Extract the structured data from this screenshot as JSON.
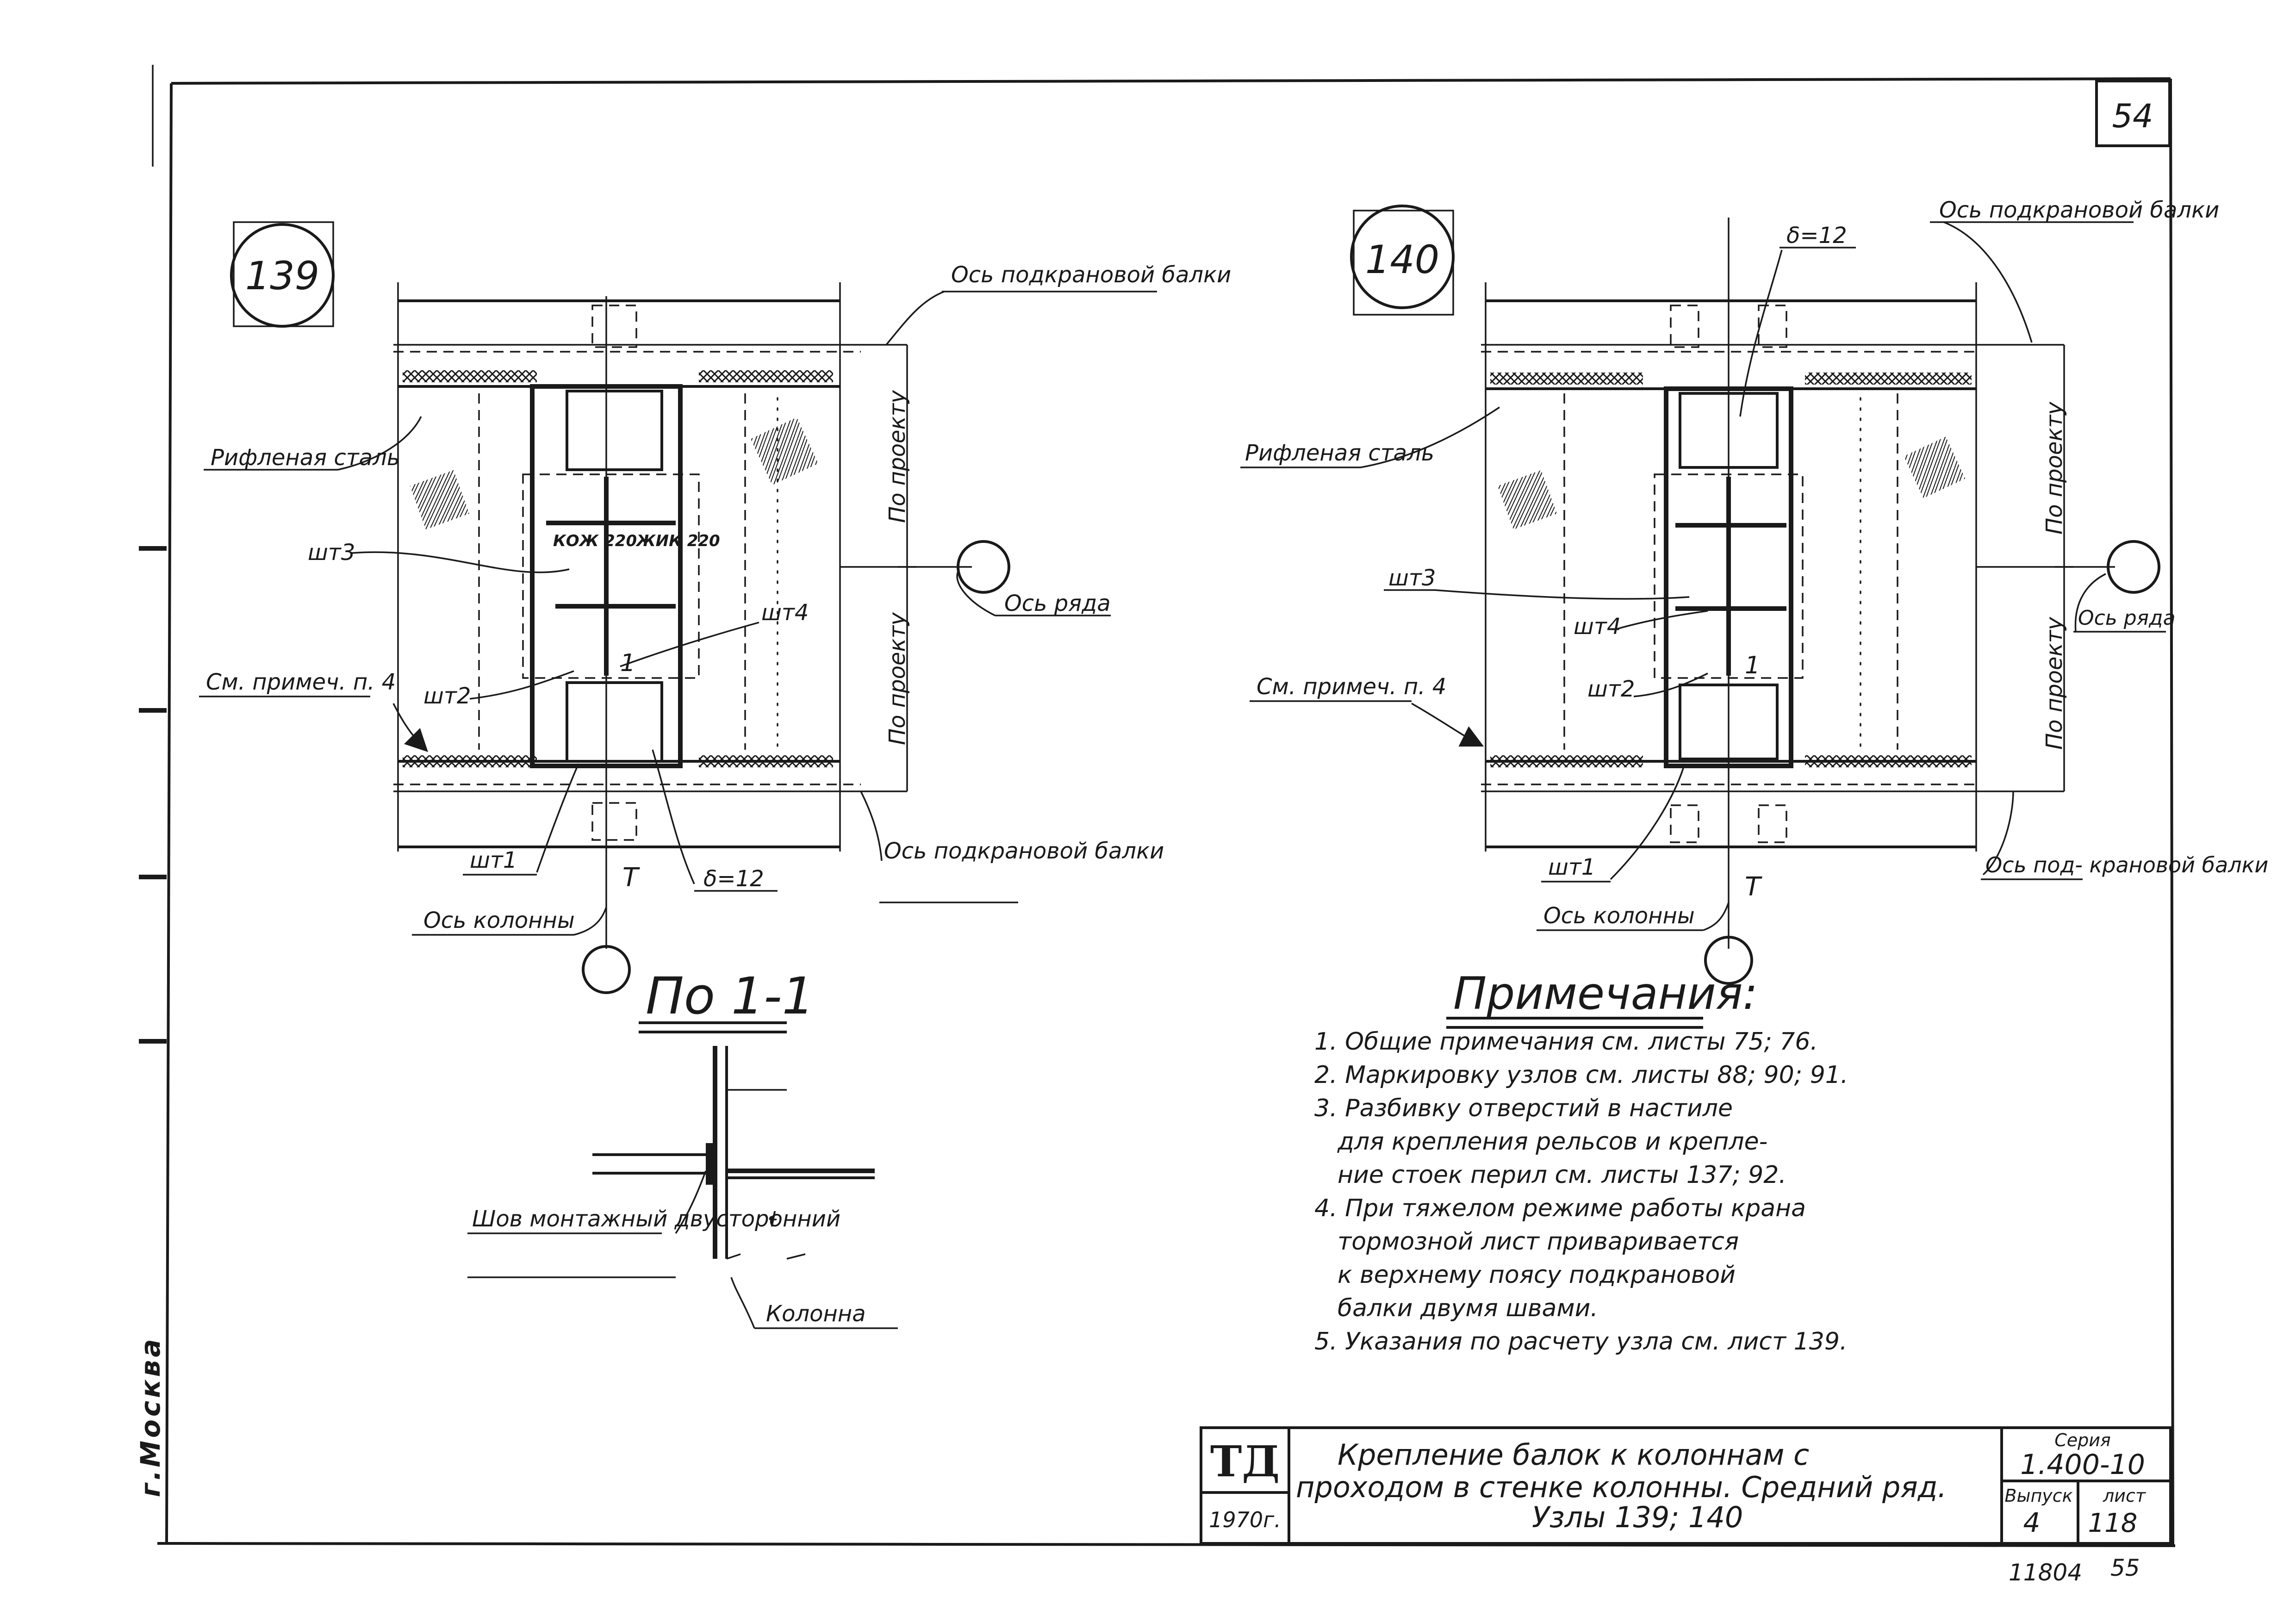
{
  "sheet": {
    "page_number": "54",
    "bottom_codes": [
      "11804",
      "55"
    ],
    "city_stamp": "г.Москва"
  },
  "node139": {
    "badge": "139",
    "labels": {
      "crane_beam_axis_top": "Ось подкрановой балки",
      "ribbed_steel": "Рифленая сталь",
      "by_project_top": "По проекту",
      "by_project_bottom": "По проекту",
      "bar3": "шт3",
      "bar4": "шт4",
      "bar2": "шт2",
      "bar1": "шт1",
      "see_note": "См. примеч. п. 4",
      "row_axis": "Ось ряда",
      "crane_beam_axis_bottom": "Ось подкрановой балки",
      "delta": "δ=12",
      "column_axis": "Ось колонны",
      "section_mark": "1",
      "tag_left": "КОЖ 220",
      "tag_right": "ЖИК 220"
    }
  },
  "node140": {
    "badge": "140",
    "labels": {
      "delta": "δ=12",
      "crane_beam_axis_top": "Ось подкрановой балки",
      "ribbed_steel": "Рифленая сталь",
      "by_project_top": "По проекту",
      "by_project_bottom": "По проекту",
      "bar3": "шт3",
      "bar4": "шт4",
      "bar2": "шт2",
      "bar1": "шт1",
      "see_note": "См. примеч. п. 4",
      "row_axis": "Ось ряда",
      "crane_beam_axis_bottom": "Ось под- крановой балки",
      "column_axis": "Ось колонны",
      "section_mark": "1"
    }
  },
  "section_title": "По 1-1",
  "section_detail": {
    "weld_label": "Шов монтажный двусторонний",
    "column_label": "Колонна"
  },
  "notes": {
    "heading": "Примечания:",
    "items": [
      "1. Общие примечания см. листы 75; 76.",
      "2. Маркировку узлов см. листы 88; 90; 91.",
      "3. Разбивку отверстий в настиле",
      "для крепления рельсов и крепле-",
      "ние стоек перил см. листы 137; 92.",
      "4. При тяжелом режиме работы крана",
      "тормозной лист приваривается",
      "к верхнему поясу подкрановой",
      "балки двумя швами.",
      "5. Указания по расчету узла см. лист 139."
    ]
  },
  "title_block": {
    "logo": "ТД",
    "year": "1970г.",
    "title_lines": [
      "Крепление балок к колоннам с",
      "проходом в стенке колонны. Средний ряд.",
      "Узлы 139; 140"
    ],
    "series_label": "Серия",
    "series_value": "1.400-10",
    "issue_label": "Выпуск",
    "issue_value": "4",
    "sheet_label": "лист",
    "sheet_value": "118"
  },
  "colors": {
    "ink": "#1a1a1a",
    "paper": "#ffffff"
  }
}
